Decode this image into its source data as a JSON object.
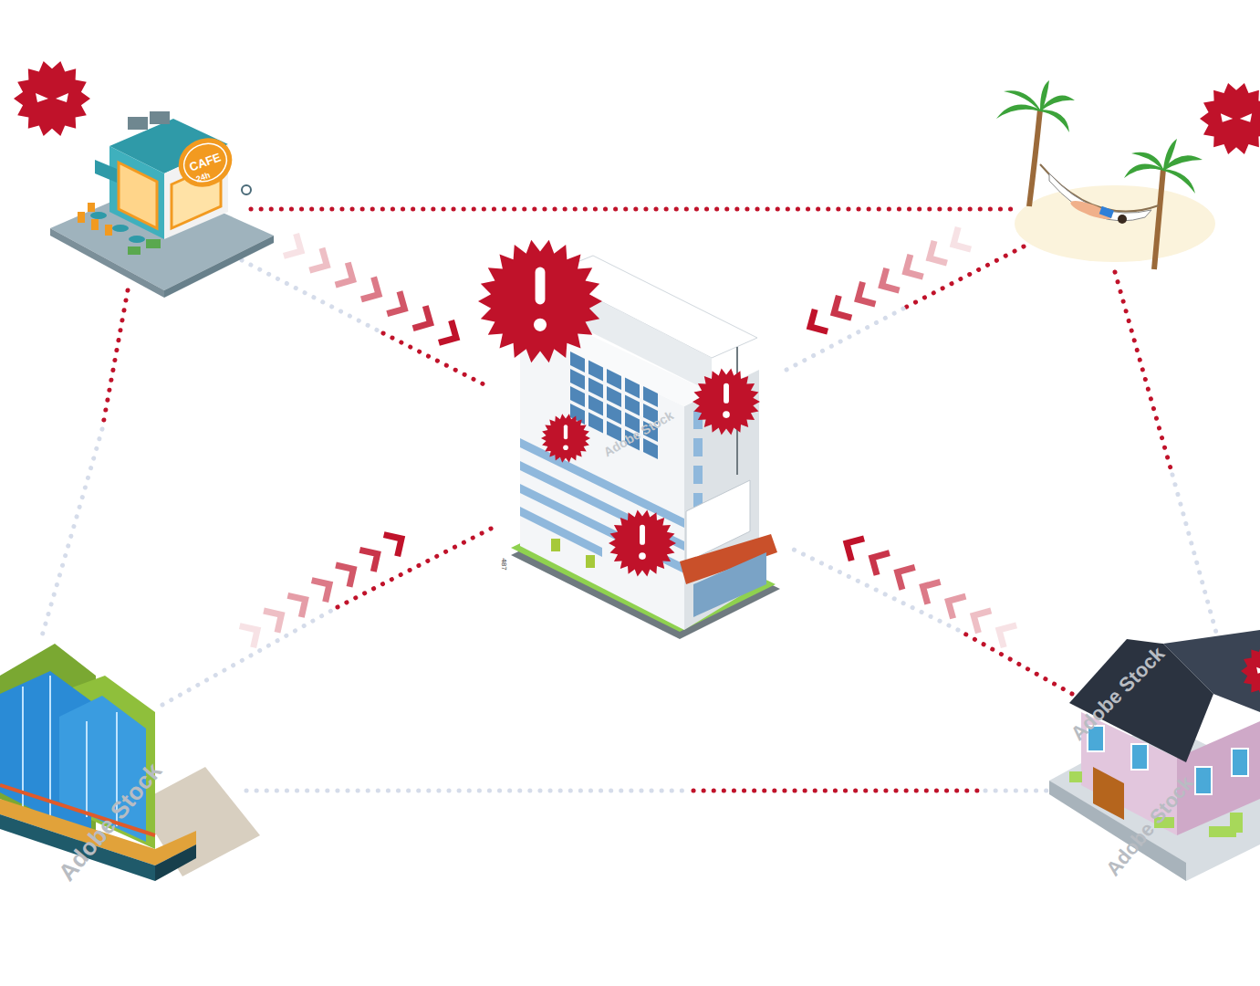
{
  "diagram": {
    "labels": [
      "CAFE",
      "24h",
      "487",
      "Adobe Stock",
      "Adobe Stock",
      "Adobe Stock",
      "Adobe Stock"
    ]
  }
}
